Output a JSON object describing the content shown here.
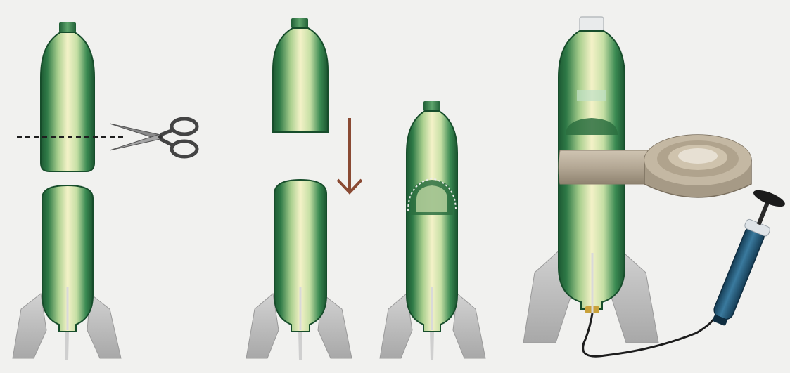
{
  "diagram": {
    "steps": [
      {
        "id": "cut-bottle"
      },
      {
        "id": "insert-top-into-bottom"
      },
      {
        "id": "tape-and-pump"
      }
    ]
  },
  "colors": {
    "background": "#f1f1ef",
    "bottle_dark": "#1f5e35",
    "bottle_mid": "#3f8d55",
    "bottle_light": "#f4f2c8",
    "fin": "#bdbdbd",
    "fin_dark": "#8e8e8e",
    "arrow": "#8a4a33",
    "tape": "#b4a895",
    "tape_dark": "#8b7f6d",
    "pump_body": "#1e4e6a",
    "pump_handle": "#1b1b1b",
    "cap": "#e9ebec",
    "nozzle": "#c9a13a"
  },
  "icons": [
    "scissors-icon",
    "down-arrow-icon",
    "tape-roll-icon",
    "air-pump-icon"
  ]
}
